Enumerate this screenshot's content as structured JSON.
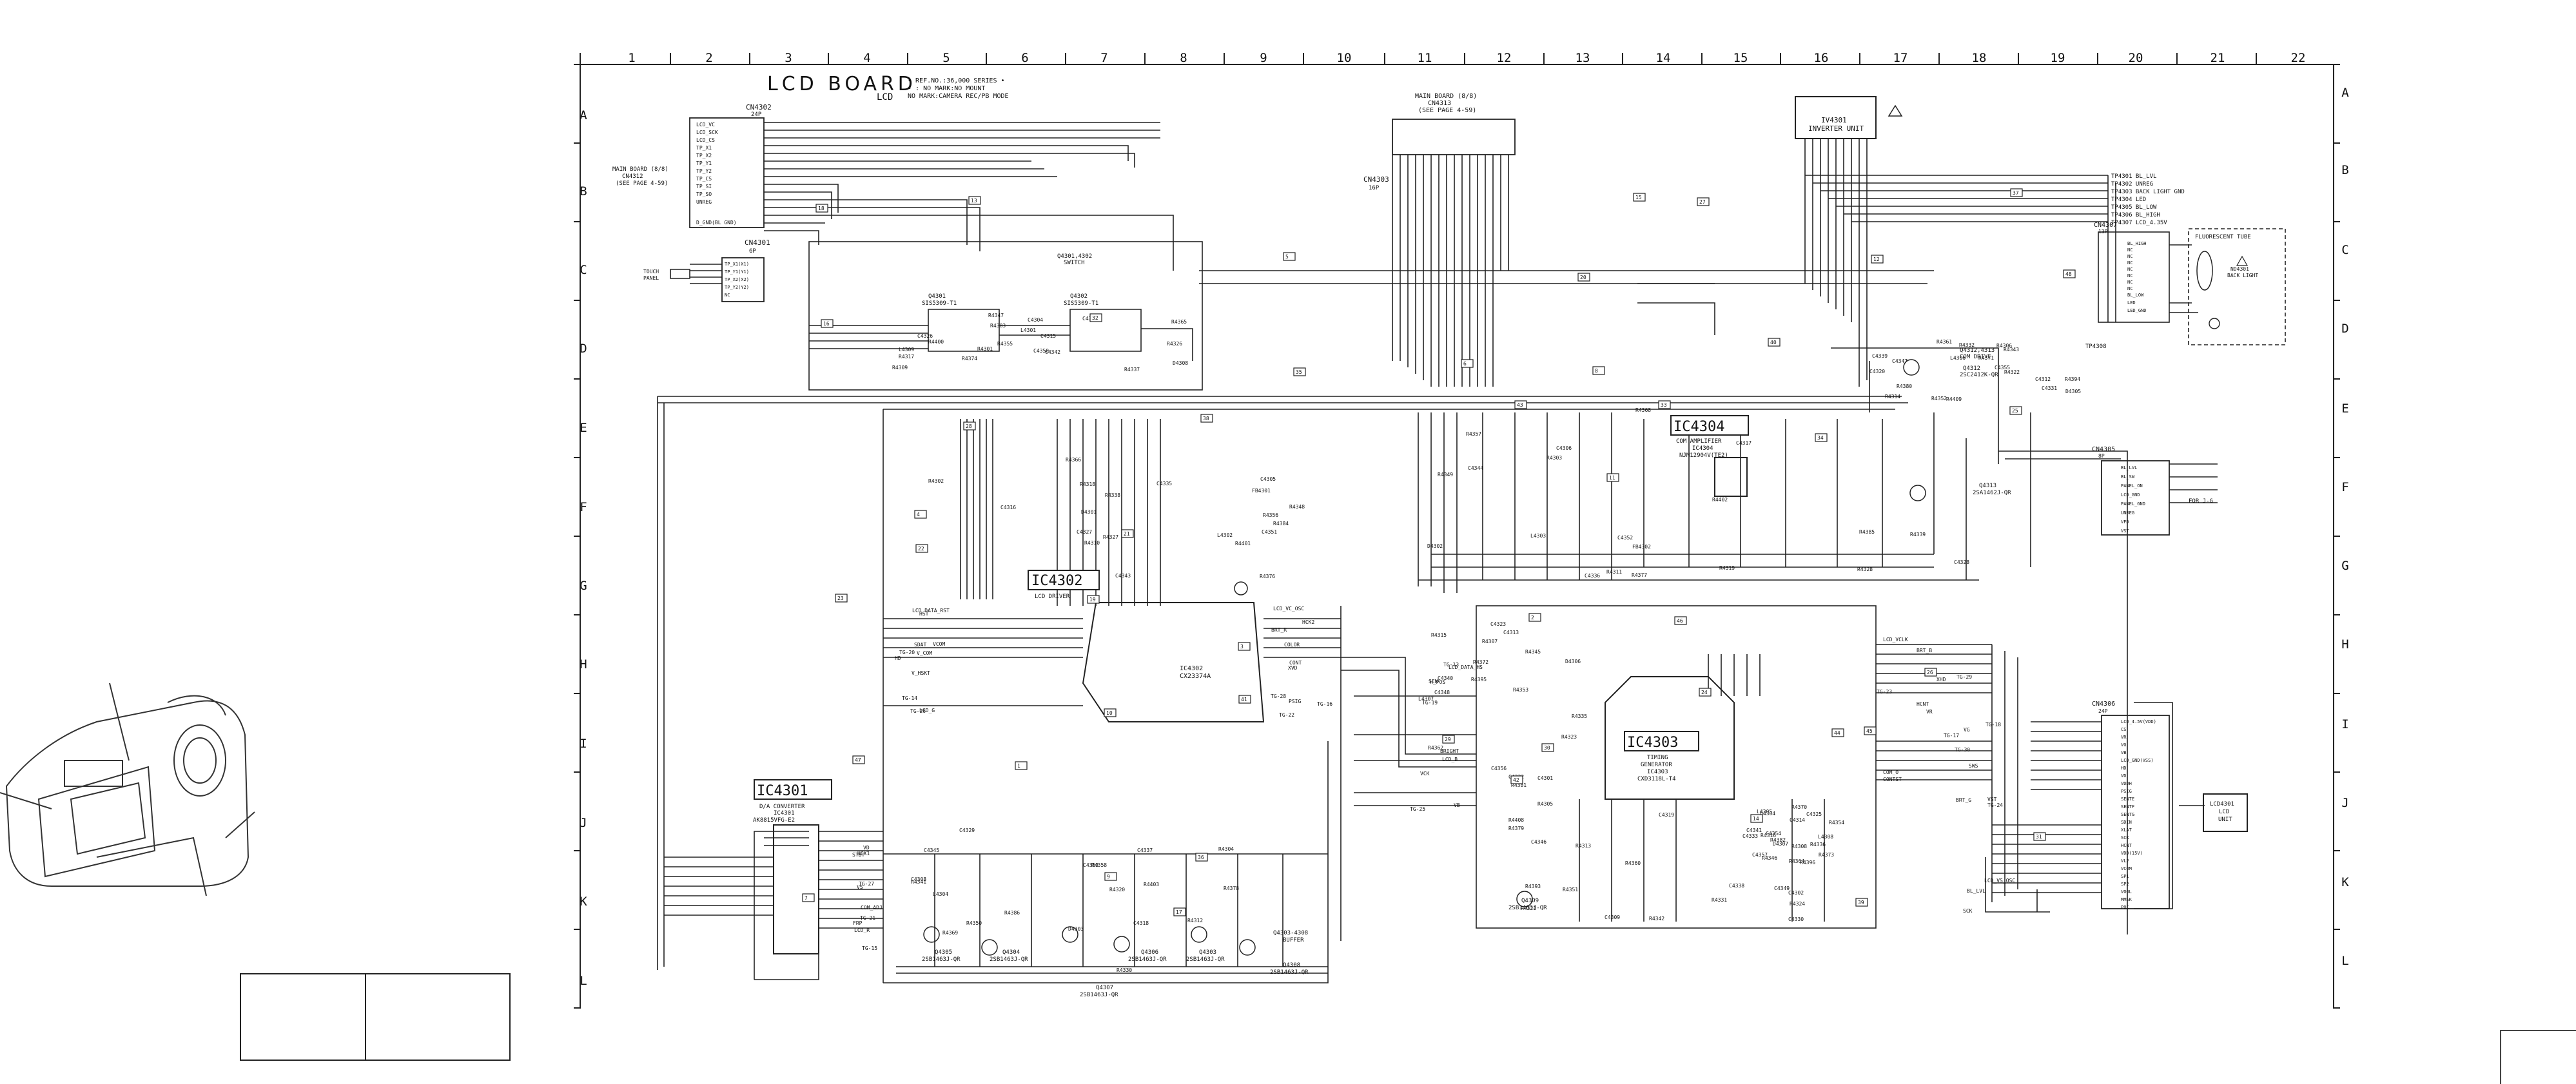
{
  "grid": {
    "columns": [
      "1",
      "2",
      "3",
      "4",
      "5",
      "6",
      "7",
      "8",
      "9",
      "10",
      "11",
      "12",
      "13",
      "14",
      "15",
      "16",
      "17",
      "18",
      "19",
      "20",
      "21",
      "22"
    ],
    "rows": [
      "A",
      "B",
      "C",
      "D",
      "E",
      "F",
      "G",
      "H",
      "I",
      "J",
      "K",
      "L"
    ]
  },
  "header": {
    "title": "LCD  BOARD",
    "subtitle": "LCD",
    "notes": [
      "• REF.NO.:36,000 SERIES •",
      "• : NO MARK:NO MOUNT",
      "NO MARK:CAMERA REC/PB MODE"
    ]
  },
  "connectors": {
    "cn4302": {
      "ref": "CN4302",
      "pins": "24P"
    },
    "cn4301": {
      "ref": "CN4301",
      "pins": "6P"
    },
    "cn4303": {
      "ref": "CN4303",
      "pins": "16P"
    },
    "cn4307": {
      "ref": "CN4307",
      "pins": "13P"
    },
    "cn4305": {
      "ref": "CN4305",
      "pins": "8P"
    },
    "cn4306": {
      "ref": "CN4306",
      "pins": "24P"
    },
    "cn4302_signals": [
      "LCD_VC",
      "LCD_SCK",
      "LCD_CS",
      "TP_X1",
      "TP_X2",
      "TP_Y1",
      "TP_Y2",
      "TP_CS",
      "TP_SI",
      "TP_SO",
      "UNREG",
      "D_GND(BL GND)"
    ],
    "cn4301_signals": [
      "TP_X1(X1)",
      "TP_Y1(Y1)",
      "TP_X2(X2)",
      "TP_Y2(Y2)",
      "NC"
    ],
    "cn4307_signals": [
      "BL_HIGH",
      "NC",
      "NC",
      "NC",
      "NC",
      "NC",
      "NC",
      "NC",
      "BL_LOW",
      "LED",
      "LED_GND"
    ],
    "cn4305_signals": [
      "BL_LVL",
      "BL_SW",
      "PANEL_ON",
      "LCD_GND",
      "PANEL_GND",
      "UNREG",
      "VFD",
      "VST"
    ],
    "cn4306_signals": [
      "LCD_4.5V(VDD)",
      "CS",
      "VR",
      "VG",
      "VB",
      "LCD_GND(VSS)",
      "HD",
      "VD",
      "VDDH",
      "PSIG",
      "SENTE",
      "SENTF",
      "SENTG",
      "SDIN",
      "XLAT",
      "SCK",
      "HCNT",
      "VDD(15V)",
      "VL2",
      "VCOM",
      "SP1",
      "SP2",
      "VOOL",
      "MMSK",
      "POC"
    ]
  },
  "blocks": {
    "main_board_left": [
      "MAIN BOARD (8/8)",
      "CN4312",
      "(SEE PAGE 4-59)"
    ],
    "main_board_top": [
      "MAIN BOARD (8/8)",
      "CN4313",
      "(SEE PAGE 4-59)"
    ],
    "touch_panel": [
      "TOUCH",
      "PANEL"
    ],
    "inverter": [
      "IV4301",
      "INVERTER UNIT"
    ],
    "fluorescent": "FLUORESCENT TUBE",
    "nd4301": [
      "ND4301",
      "BACK LIGHT"
    ],
    "lcd_unit": [
      "LCD4301",
      "LCD",
      "UNIT"
    ],
    "for_jig": "FOR J-G"
  },
  "ics": {
    "ic4302": {
      "box": "IC4302",
      "sub": "LCD DRIVER",
      "part": "IC4302",
      "part2": "CX23374A"
    },
    "ic4301": {
      "box": "IC4301",
      "sub": "D/A CONVERTER",
      "part": "IC4301",
      "part2": "AK8815VFG-E2"
    },
    "ic4303": {
      "box": "IC4303",
      "sub": "TIMING",
      "sub2": "GENERATOR",
      "part": "IC4303",
      "part2": "CXD3118L-T4"
    },
    "ic4304": {
      "box": "IC4304",
      "sub": "COM AMPLIFIER",
      "part": "IC4304",
      "part2": "NJM12904V(TE2)"
    }
  },
  "transistors": {
    "q4301": {
      "ref": "Q4301",
      "part": "SIS5309-T1"
    },
    "q4302": {
      "ref": "Q4302",
      "part": "SIS5309-T1"
    },
    "q4301_4302": {
      "ref": "Q4301,4302",
      "part": "SWITCH"
    },
    "q4312": {
      "ref": "Q4312,4313",
      "part": "COM DRIVE",
      "label": "Q4312",
      "part2": "2SC2412K-QR"
    },
    "q4313": {
      "ref": "Q4313",
      "part": "2SA1462J-QR"
    },
    "q4305": {
      "ref": "Q4305",
      "part": "2SB1463J-QR"
    },
    "q4304": {
      "ref": "Q4304",
      "part": "2SB1463J-QR"
    },
    "q4306": {
      "ref": "Q4306",
      "part": "2SB1463J-QR"
    },
    "q4307": {
      "ref": "Q4307",
      "part": "2SB1463J-QR"
    },
    "q4303": {
      "ref": "Q4303",
      "part": "2SB1463J-QR"
    },
    "q4308": {
      "ref": "Q4308",
      "part": "2SB1463J-QR"
    },
    "q4309": {
      "ref": "Q4309",
      "part": "2SB1463J-QR"
    },
    "buffer": {
      "ref": "Q4303-4308",
      "part": "BUFFER"
    }
  },
  "test_points": [
    "TP4301 BL_LVL",
    "TP4302 UNREG",
    "TP4303 BACK LIGHT GND",
    "TP4304 LED",
    "TP4305 BL_LOW",
    "TP4306 BL_HIGH",
    "TP4307 LCD_4.35V",
    "TP4308"
  ],
  "components": [
    "R4301",
    "R4302",
    "R4303",
    "R4304",
    "R4305",
    "R4306",
    "R4307",
    "R4308",
    "R4309",
    "R4310",
    "R4311",
    "R4312",
    "R4313",
    "R4314",
    "R4315",
    "R4316",
    "R4317",
    "R4318",
    "R4319",
    "R4320",
    "R4321",
    "R4322",
    "R4323",
    "R4324",
    "R4326",
    "R4327",
    "R4328",
    "R4330",
    "R4331",
    "R4332",
    "R4335",
    "R4336",
    "R4337",
    "R4338",
    "R4339",
    "R4341",
    "R4342",
    "R4343",
    "R4345",
    "R4346",
    "R4347",
    "R4348",
    "R4349",
    "R4350",
    "R4351",
    "R4352",
    "R4353",
    "R4354",
    "R4355",
    "R4356",
    "R4357",
    "R4358",
    "R4360",
    "R4361",
    "R4362",
    "R4364",
    "R4365",
    "R4366",
    "R4368",
    "R4369",
    "R4370",
    "R4371",
    "R4372",
    "R4373",
    "R4374",
    "R4376",
    "R4377",
    "R4378",
    "R4379",
    "R4380",
    "R4381",
    "R4382",
    "R4383",
    "R4384",
    "R4385",
    "R4386",
    "R4393",
    "R4394",
    "R4395",
    "R4396",
    "R4400",
    "R4401",
    "R4402",
    "R4403",
    "R4408",
    "R4409",
    "C4301",
    "C4302",
    "C4304",
    "C4305",
    "C4306",
    "C4308",
    "C4309",
    "C4312",
    "C4313",
    "C4314",
    "C4315",
    "C4316",
    "C4317",
    "C4318",
    "C4319",
    "C4320",
    "C4323",
    "C4325",
    "C4326",
    "C4327",
    "C4328",
    "C4329",
    "C4330",
    "C4331",
    "C4332",
    "C4333",
    "C4334",
    "C4335",
    "C4336",
    "C4337",
    "C4338",
    "C4339",
    "C4340",
    "C4341",
    "C4342",
    "C4343",
    "C4344",
    "C4345",
    "C4346",
    "C4347",
    "C4348",
    "C4349",
    "C4350",
    "C4351",
    "C4352",
    "C4353",
    "C4354",
    "C4355",
    "C4356",
    "C4357",
    "L4301",
    "L4302",
    "L4303",
    "L4304",
    "L4305",
    "L4306",
    "L4307",
    "L4308",
    "L4309",
    "D4301",
    "D4302",
    "D4303",
    "D4304",
    "D4305",
    "D4306",
    "D4307",
    "D4308",
    "FB4301",
    "FB4302"
  ],
  "signals": [
    "V_HSKT",
    "STBT",
    "CONT",
    "COM_O",
    "VST",
    "VCK",
    "HST",
    "HCK1",
    "HCK2",
    "VR",
    "VG",
    "VB",
    "HD",
    "VD",
    "XVD",
    "XHD",
    "SCK",
    "SEN",
    "SDAT",
    "FRP",
    "COLOR",
    "CONTST",
    "BL_LVL",
    "H_POS",
    "V_COM",
    "COM_ADJ",
    "BRT_R",
    "BRT_B",
    "BRT_G",
    "BRIGHT",
    "VCOM",
    "VS",
    "PSIG",
    "HCNT",
    "SWS",
    "TG-13",
    "TG-14",
    "TG-15",
    "TG-16",
    "TG-17",
    "TG-18",
    "TG-19",
    "TG-20",
    "TG-21",
    "TG-22",
    "TG-23",
    "TG-24",
    "TG-25",
    "TG-26",
    "TG-27",
    "TG-28",
    "TG-29",
    "TG-30",
    "LCD_B",
    "LCD_G",
    "LCD_R",
    "LCD_VC_OSC",
    "LCD_VCLK",
    "LCD_VS_OSC",
    "LCD_DATA_HS",
    "LCD_DATA_RST"
  ],
  "refs": [
    "1",
    "2",
    "3",
    "4",
    "5",
    "6",
    "7",
    "8",
    "9",
    "10",
    "11",
    "12",
    "13",
    "14",
    "15",
    "16",
    "17",
    "18",
    "19",
    "20",
    "21",
    "22",
    "23",
    "24",
    "25",
    "26",
    "27",
    "28",
    "29",
    "30",
    "31",
    "32",
    "33",
    "34",
    "35",
    "36",
    "37",
    "38",
    "39",
    "40",
    "41",
    "42",
    "43",
    "44",
    "45",
    "46",
    "47",
    "48"
  ]
}
